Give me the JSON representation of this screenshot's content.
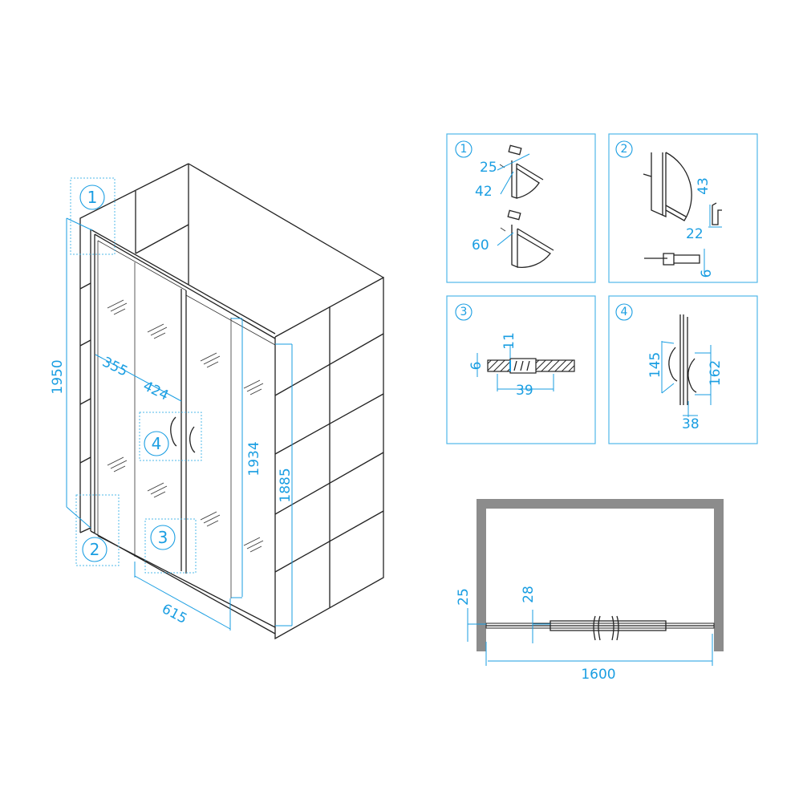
{
  "main_view": {
    "callouts": [
      "1",
      "2",
      "3",
      "4"
    ],
    "dimensions": {
      "height_total": "1950",
      "height_door": "1934",
      "height_wall": "1885",
      "width_fixed_panel": "355",
      "width_door_panel": "424",
      "depth": "615"
    }
  },
  "details": [
    {
      "number": "1",
      "dims": [
        "25",
        "42",
        "60"
      ]
    },
    {
      "number": "2",
      "dims": [
        "43",
        "22",
        "6"
      ]
    },
    {
      "number": "3",
      "dims": [
        "11",
        "6",
        "39"
      ]
    },
    {
      "number": "4",
      "dims": [
        "145",
        "162",
        "38"
      ]
    }
  ],
  "plan_view": {
    "dims": {
      "side_gap": "25",
      "door_offset": "28",
      "width": "1600"
    }
  },
  "colors": {
    "accent": "#1a9ee2",
    "line": "#222222",
    "wall": "#8c8c8c"
  }
}
